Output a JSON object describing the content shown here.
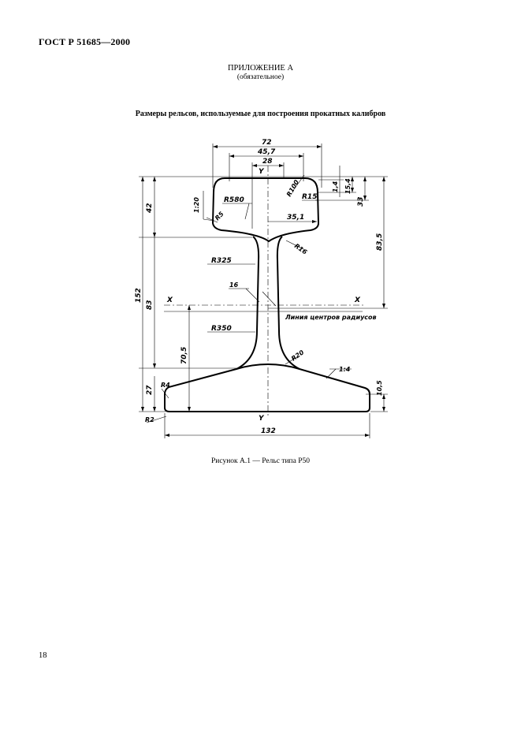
{
  "header": {
    "doc_code": "ГОСТ Р 51685—2000"
  },
  "appendix": {
    "title": "ПРИЛОЖЕНИЕ А",
    "note": "(обязательное)"
  },
  "section": {
    "heading": "Размеры рельсов, используемые для построения прокатных калибров"
  },
  "figure": {
    "caption": "Рисунок А.1 — Рельс типа Р50",
    "labels": {
      "w72": "72",
      "w45": "45,7",
      "w28": "28",
      "w132": "132",
      "w35": "35,1",
      "h152": "152",
      "h42": "42",
      "h83": "83",
      "h27": "27",
      "h70": "70,5",
      "h83r": "83,5",
      "h33": "33",
      "h15": "15,4",
      "h1_4": "1,4",
      "h10": "10,5",
      "r580": "R580",
      "r15": "R15",
      "r100": "R100",
      "r5": "R5",
      "r16": "R16",
      "r325": "R325",
      "r350": "R350",
      "r20": "R20",
      "r4": "R4",
      "r2": "R2",
      "k120": "1:20",
      "k14": "1:4",
      "w16": "16",
      "axis_x_left": "X",
      "axis_x_right": "X",
      "axis_y_top": "Y",
      "axis_y_bottom": "Y",
      "centers_line": "Линия центров радиусов"
    }
  },
  "footer": {
    "page_number": "18"
  }
}
